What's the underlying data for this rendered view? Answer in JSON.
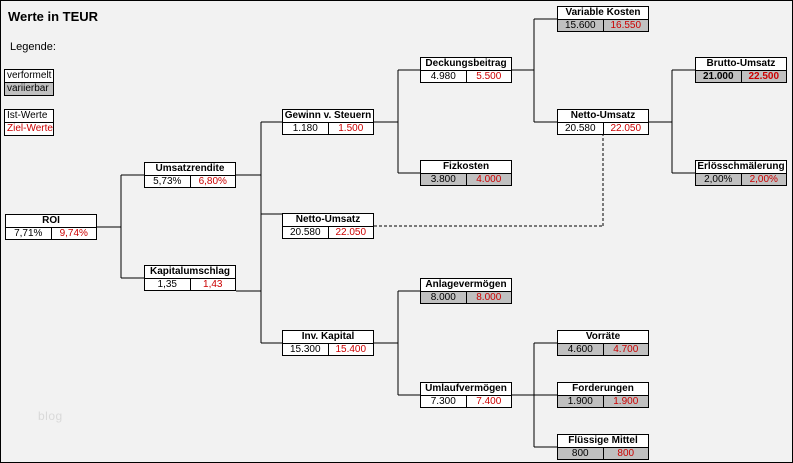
{
  "title": "Werte in TEUR",
  "legend": {
    "label": "Legende:",
    "verformelt": "verformelt",
    "variierbar": "variierbar",
    "ist_werte": "Ist-Werte",
    "ziel_werte": "Ziel-Werte"
  },
  "colors": {
    "ist_text": "#000000",
    "ziel_text": "#cc0000",
    "variierbar_fill": "#c0c0c0",
    "verformelt_fill": "#ffffff",
    "background": "#f2f2f2"
  },
  "watermark": "blog",
  "nodes": {
    "roi": {
      "label": "ROI",
      "ist": "7,71%",
      "ziel": "9,74%"
    },
    "umsatzrendite": {
      "label": "Umsatzrendite",
      "ist": "5,73%",
      "ziel": "6,80%"
    },
    "kapitalumschlag": {
      "label": "Kapitalumschlag",
      "ist": "1,35",
      "ziel": "1,43"
    },
    "gewinn": {
      "label": "Gewinn v. Steuern",
      "ist": "1.180",
      "ziel": "1.500"
    },
    "netto_links": {
      "label": "Netto-Umsatz",
      "ist": "20.580",
      "ziel": "22.050"
    },
    "deckungsbeitrag": {
      "label": "Deckungsbeitrag",
      "ist": "4.980",
      "ziel": "5.500"
    },
    "fizkosten": {
      "label": "Fizkosten",
      "ist": "3.800",
      "ziel": "4.000"
    },
    "variable_kosten": {
      "label": "Variable Kosten",
      "ist": "15.600",
      "ziel": "16.550"
    },
    "netto_rechts": {
      "label": "Netto-Umsatz",
      "ist": "20.580",
      "ziel": "22.050"
    },
    "brutto_umsatz": {
      "label": "Brutto-Umsatz",
      "ist": "21.000",
      "ziel": "22.500"
    },
    "erloesschmaelerung": {
      "label": "Erlösschmälerung",
      "ist": "2,00%",
      "ziel": "2,00%"
    },
    "inv_kapital": {
      "label": "Inv. Kapital",
      "ist": "15.300",
      "ziel": "15.400"
    },
    "anlagevermoegen": {
      "label": "Anlagevermögen",
      "ist": "8.000",
      "ziel": "8.000"
    },
    "umlaufvermoegen": {
      "label": "Umlaufvermögen",
      "ist": "7.300",
      "ziel": "7.400"
    },
    "vorraete": {
      "label": "Vorräte",
      "ist": "4.600",
      "ziel": "4.700"
    },
    "forderungen": {
      "label": "Forderungen",
      "ist": "1.900",
      "ziel": "1.900"
    },
    "fluessige_mittel": {
      "label": "Flüssige Mittel",
      "ist": "800",
      "ziel": "800"
    }
  }
}
